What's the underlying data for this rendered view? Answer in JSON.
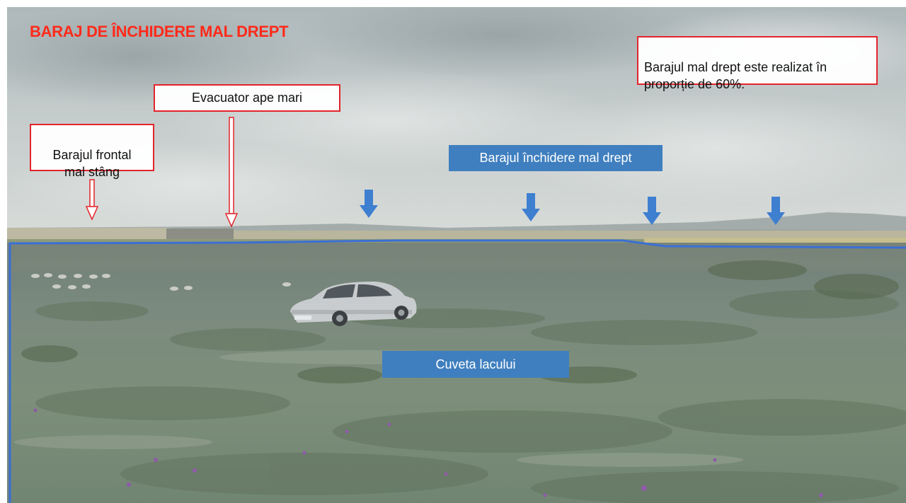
{
  "title": "BARAJ DE ÎNCHIDERE MAL DREPT",
  "annotations": {
    "evacuator": "Evacuator ape mari",
    "barajul_frontal": "Barajul frontal\nmal stâng",
    "barajul_inchidere": "Barajul închidere mal drept",
    "cuveta": "Cuveta lacului",
    "progress_note": "Barajul mal drept este realizat în\nproporție de 60%."
  },
  "colors": {
    "title": "#ff2a1a",
    "callout_border": "#e3242b",
    "label_fill": "#3f7fbf",
    "outline": "#3b6fd4",
    "arrow_blue": "#3f7fd0",
    "arrow_red": "#e3242b"
  },
  "progress_percent": 60
}
